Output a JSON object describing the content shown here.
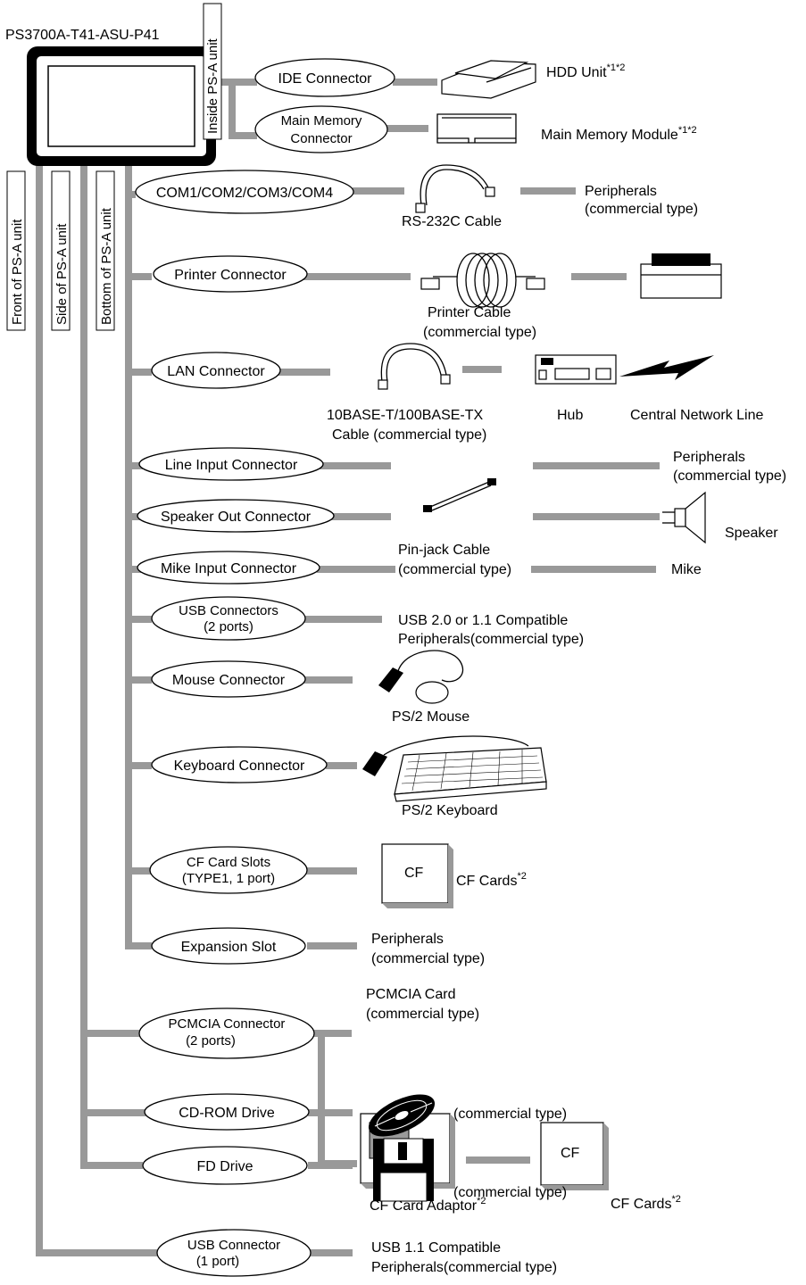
{
  "model": "PS3700A-T41-ASU-P41",
  "unit_labels": {
    "inside": "Inside PS-A unit",
    "front": "Front of PS-A unit",
    "side": "Side of PS-A unit",
    "bottom": "Bottom of PS-A unit"
  },
  "connectors": {
    "ide": "IDE Connector",
    "mem_1": "Main Memory",
    "mem_2": "Connector",
    "com": "COM1/COM2/COM3/COM4",
    "printer": "Printer Connector",
    "lan": "LAN Connector",
    "line_in": "Line Input Connector",
    "speaker_out": "Speaker Out Connector",
    "mike_in": "Mike Input Connector",
    "usb2_1": "USB Connectors",
    "usb2_2": "(2 ports)",
    "mouse": "Mouse Connector",
    "keyboard": "Keyboard Connector",
    "cf_1": "CF Card Slots",
    "cf_2": "(TYPE1, 1 port)",
    "expansion": "Expansion Slot",
    "pcmcia_1": "PCMCIA Connector",
    "pcmcia_2": "(2 ports)",
    "cdrom": "CD-ROM Drive",
    "fd": "FD Drive",
    "usb1_1": "USB Connector",
    "usb1_2": "(1 port)"
  },
  "devices": {
    "hdd": "HDD Unit",
    "hdd_note": "*1*2",
    "memory": "Main Memory Module",
    "memory_note": "*1*2",
    "rs232": "RS-232C Cable",
    "periph_a1": "Peripherals",
    "periph_a2": "(commercial type)",
    "printer_cable_1": "Printer Cable",
    "printer_cable_2": "(commercial type)",
    "lan_cable_1": "10BASE-T/100BASE-TX",
    "lan_cable_2": "Cable (commercial type)",
    "hub": "Hub",
    "network": "Central Network Line",
    "periph_b1": "Peripherals",
    "periph_b2": "(commercial type)",
    "speaker": "Speaker",
    "pinjack_1": "Pin-jack Cable",
    "pinjack_2": "(commercial type)",
    "mike": "Mike",
    "usb_periph_1": "USB 2.0 or 1.1 Compatible",
    "usb_periph_2": "Peripherals(commercial type)",
    "mouse": "PS/2 Mouse",
    "keyboard": "PS/2 Keyboard",
    "cf_label": "CF",
    "cf_cards": "CF Cards",
    "cf_cards_note": "*2",
    "exp_periph_1": "Peripherals",
    "exp_periph_2": "(commercial type)",
    "pcmcia_card_1": "PCMCIA Card",
    "pcmcia_card_2": "(commercial type)",
    "cf_adaptor": "CF Card Adaptor",
    "cf_adaptor_note": "*2",
    "cf_label_2": "CF",
    "cf_cards_2": "CF Cards",
    "cf_cards_2_note": "*2",
    "cdrom_type": "(commercial type)",
    "fd_type": "(commercial type)",
    "usb1_periph_1": "USB 1.1 Compatible",
    "usb1_periph_2": "Peripherals(commercial type)"
  }
}
